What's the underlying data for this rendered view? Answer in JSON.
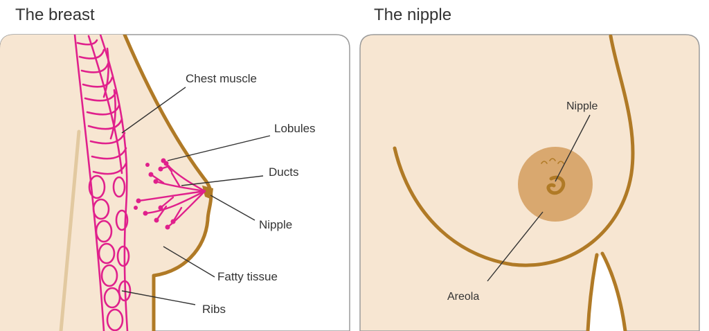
{
  "panels": [
    {
      "title": "The breast",
      "labels": {
        "chest_muscle": "Chest muscle",
        "lobules": "Lobules",
        "ducts": "Ducts",
        "nipple": "Nipple",
        "fatty_tissue": "Fatty tissue",
        "ribs": "Ribs"
      }
    },
    {
      "title": "The nipple",
      "labels": {
        "nipple": "Nipple",
        "areola": "Areola"
      }
    }
  ],
  "colors": {
    "skin": "#f7e6d2",
    "outline": "#b07a26",
    "muscle": "#e0208c",
    "areola": "#d9a86f",
    "border": "#9a9a9a",
    "text": "#333333"
  }
}
